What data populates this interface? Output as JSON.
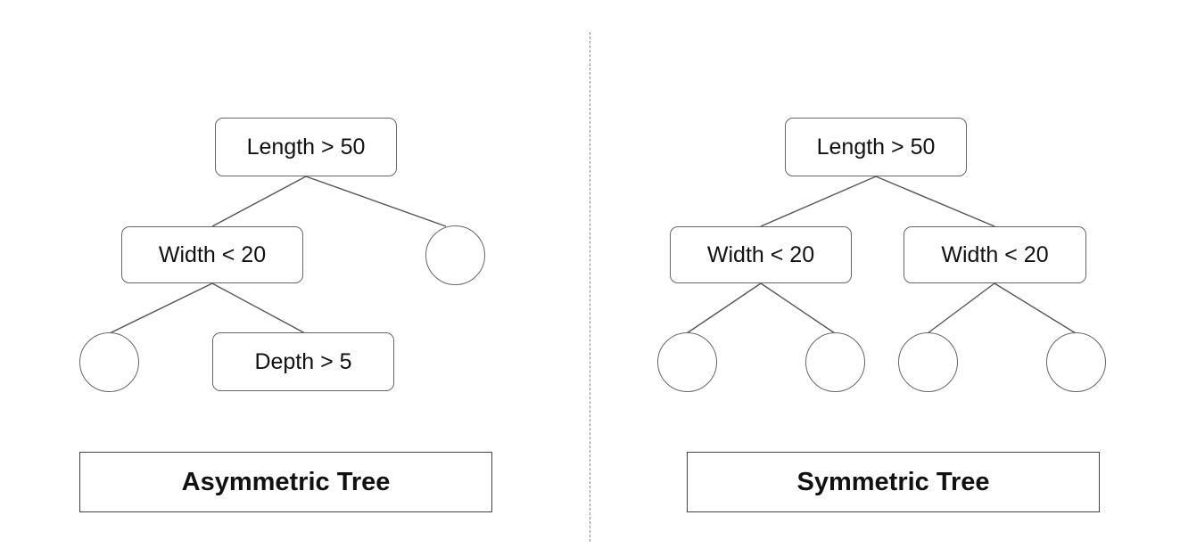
{
  "left_tree": {
    "root_label": "Length > 50",
    "child_label": "Width < 20",
    "grandchild_label": "Depth > 5",
    "caption": "Asymmetric Tree"
  },
  "right_tree": {
    "root_label": "Length > 50",
    "left_child_label": "Width < 20",
    "right_child_label": "Width < 20",
    "caption": "Symmetric Tree"
  }
}
